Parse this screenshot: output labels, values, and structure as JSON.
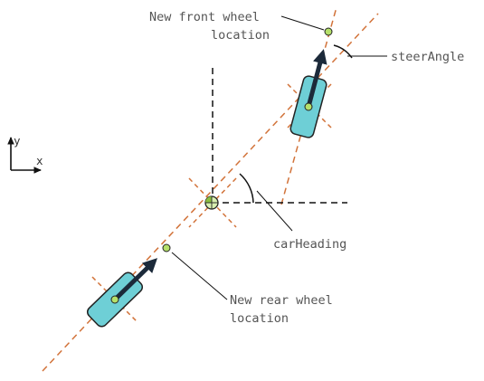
{
  "labels": {
    "front_wheel_line1": "New front wheel",
    "front_wheel_line2": "location",
    "steer_angle": "steerAngle",
    "car_heading": "carHeading",
    "rear_wheel_line1": "New rear wheel",
    "rear_wheel_line2": "location",
    "axis_y": "y",
    "axis_x": "x"
  },
  "colors": {
    "car_body": "#6ecfd6",
    "wheel_point": "#b5e06a",
    "center_point": "#d8eeb0",
    "dashed_orange": "#d2733a",
    "arrow": "#1c2a3a",
    "outline": "#222222",
    "text": "#555555"
  },
  "icons": {
    "axes": "xy-axes-icon",
    "heading_arrow": "arrow-icon"
  }
}
